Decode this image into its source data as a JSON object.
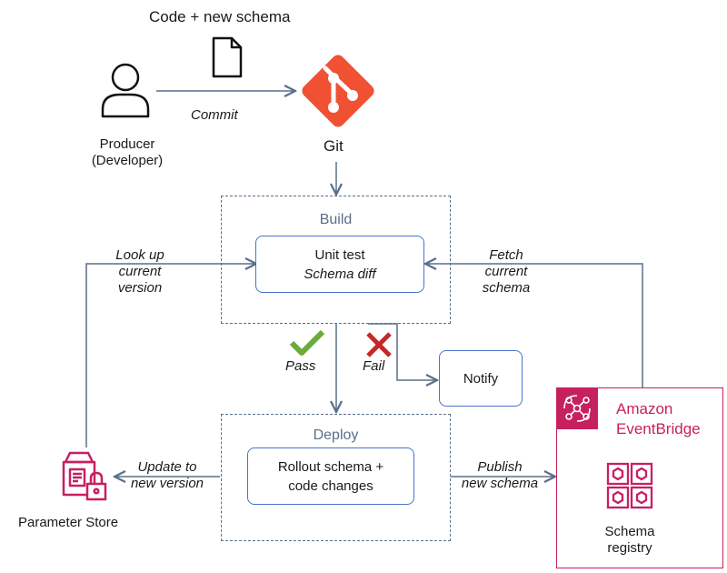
{
  "top_caption": "Code + new schema",
  "commit_label": "Commit",
  "producer": {
    "line1": "Producer",
    "line2": "(Developer)"
  },
  "git_label": "Git",
  "build": {
    "title": "Build",
    "box_line1": "Unit test",
    "box_line2": "Schema diff"
  },
  "lookup": {
    "line1": "Look up",
    "line2": "current",
    "line3": "version"
  },
  "fetch": {
    "line1": "Fetch",
    "line2": "current",
    "line3": "schema"
  },
  "pass_label": "Pass",
  "fail_label": "Fail",
  "notify_label": "Notify",
  "deploy": {
    "title": "Deploy",
    "box_line1": "Rollout schema +",
    "box_line2": "code changes"
  },
  "update": {
    "line1": "Update to",
    "line2": "new version"
  },
  "publish": {
    "line1": "Publish",
    "line2": "new schema"
  },
  "parameter_store_label": "Parameter Store",
  "eventbridge": {
    "line1": "Amazon",
    "line2": "EventBridge"
  },
  "schema_registry": {
    "line1": "Schema",
    "line2": "registry"
  },
  "colors": {
    "git": "#f05133",
    "aws_pink": "#c7205f",
    "flow_line": "#5a6f8a",
    "box_border": "#4a72c9",
    "pass": "#6aab3b",
    "fail": "#c62828"
  }
}
